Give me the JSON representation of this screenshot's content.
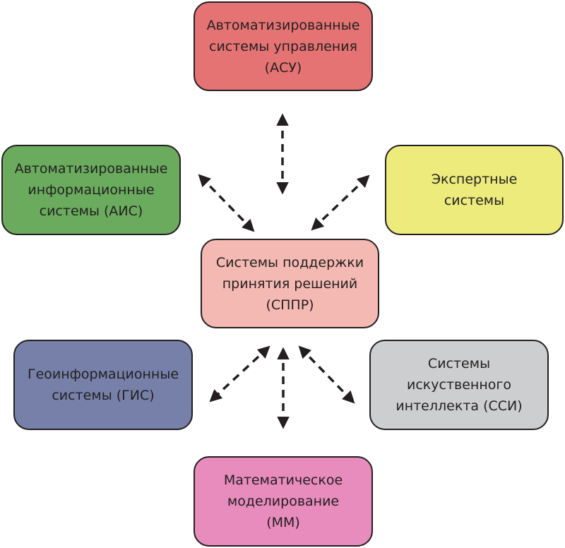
{
  "diagram": {
    "nodes": [
      {
        "id": "asu",
        "label": "Автоматизированные\nсистемы управления\n(АСУ)",
        "color": "#e57374"
      },
      {
        "id": "ais",
        "label": "Автоматизированные\nинформационные\nсистемы (АИС)",
        "color": "#6aab5e"
      },
      {
        "id": "es",
        "label": "Экспертные\nсистемы",
        "color": "#eceb7c"
      },
      {
        "id": "sppr",
        "label": "Системы поддержки\nпринятия решений\n(СППР)",
        "color": "#f4b9b2"
      },
      {
        "id": "gis",
        "label": "Геоинформационные\nсистемы (ГИС)",
        "color": "#7680a9"
      },
      {
        "id": "ssi",
        "label": "Системы\nискуственного\nинтеллекта (ССИ)",
        "color": "#cdcecf"
      },
      {
        "id": "mm",
        "label": "Математическое\nмоделирование\n(ММ)",
        "color": "#e88bbd"
      }
    ],
    "edges": [
      {
        "from": "sppr",
        "to": "asu",
        "style": "dashed",
        "arrows": "both"
      },
      {
        "from": "sppr",
        "to": "ais",
        "style": "dashed",
        "arrows": "both"
      },
      {
        "from": "sppr",
        "to": "es",
        "style": "dashed",
        "arrows": "both"
      },
      {
        "from": "sppr",
        "to": "gis",
        "style": "dashed",
        "arrows": "both"
      },
      {
        "from": "sppr",
        "to": "ssi",
        "style": "dashed",
        "arrows": "both"
      },
      {
        "from": "sppr",
        "to": "mm",
        "style": "dashed",
        "arrows": "both"
      }
    ],
    "edge_color": "#231f20"
  }
}
